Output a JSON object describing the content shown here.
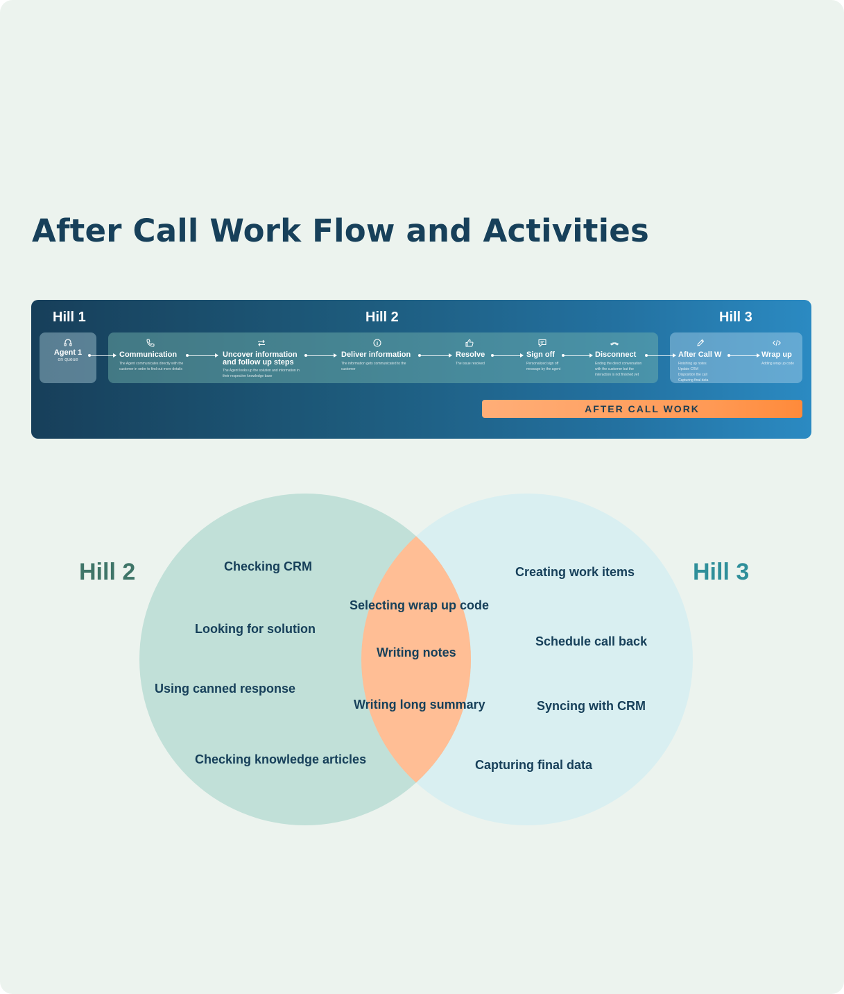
{
  "title": "After Call Work Flow and Activities",
  "colors": {
    "title": "#17405a",
    "banner_start": "#173f5a",
    "banner_end": "#2b8ac2",
    "after_call_work_bar": "#ff9a56",
    "hill2_circle": "#c1e0d8",
    "hill3_circle": "#d9eff1",
    "overlap": "#ffbe95",
    "hill2_label": "#3f7568",
    "hill3_label": "#2f8f9a"
  },
  "banner": {
    "hills": [
      "Hill 1",
      "Hill 2",
      "Hill 3"
    ],
    "steps": [
      {
        "icon": "headset-icon",
        "title": "Agent 1",
        "desc": "on queue"
      },
      {
        "icon": "phone-icon",
        "title": "Communication",
        "desc": "The Agent communicates directly with the customer in order to find out more details"
      },
      {
        "icon": "swap-icon",
        "title": "Uncover information and follow up steps",
        "desc": "The Agent looks up the solution and information in their respective knowledge base"
      },
      {
        "icon": "info-icon",
        "title": "Deliver information",
        "desc": "The information gets communicated to the customer"
      },
      {
        "icon": "thumbs-up-icon",
        "title": "Resolve",
        "desc": "The issue resolved"
      },
      {
        "icon": "message-icon",
        "title": "Sign off",
        "desc": "Personalized sign off message by the agent"
      },
      {
        "icon": "hang-up-icon",
        "title": "Disconnect",
        "desc": "Ending the direct conversation with the customer but the interaction is not finished yet"
      },
      {
        "icon": "pencil-icon",
        "title": "After Call W",
        "desc": "Finishing up notes Update CRM Disposition the call Capturing final data"
      },
      {
        "icon": "code-icon",
        "title": "Wrap up",
        "desc": "Adding wrap up code"
      }
    ],
    "after_call_work_label": "AFTER CALL WORK"
  },
  "venn": {
    "hill2_label": "Hill 2",
    "hill3_label": "Hill 3",
    "hill2_items": [
      "Checking CRM",
      "Looking for solution",
      "Using canned response",
      "Checking knowledge articles"
    ],
    "overlap_items": [
      "Selecting wrap up code",
      "Writing notes",
      "Writing long summary"
    ],
    "hill3_items": [
      "Creating work items",
      "Schedule call back",
      "Syncing with CRM",
      "Capturing final data"
    ]
  }
}
